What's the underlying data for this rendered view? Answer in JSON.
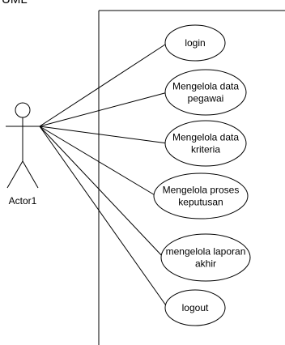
{
  "diagram": {
    "partial_label": "UML",
    "actor": {
      "name": "Actor1"
    },
    "use_cases": [
      {
        "lines": [
          "login"
        ]
      },
      {
        "lines": [
          "Mengelola data",
          "pegawai"
        ]
      },
      {
        "lines": [
          "Mengelola data",
          "kriteria"
        ]
      },
      {
        "lines": [
          "Mengelola proses",
          "keputusan"
        ]
      },
      {
        "lines": [
          "mengelola laporan",
          "akhir"
        ]
      },
      {
        "lines": [
          "logout"
        ]
      }
    ]
  }
}
